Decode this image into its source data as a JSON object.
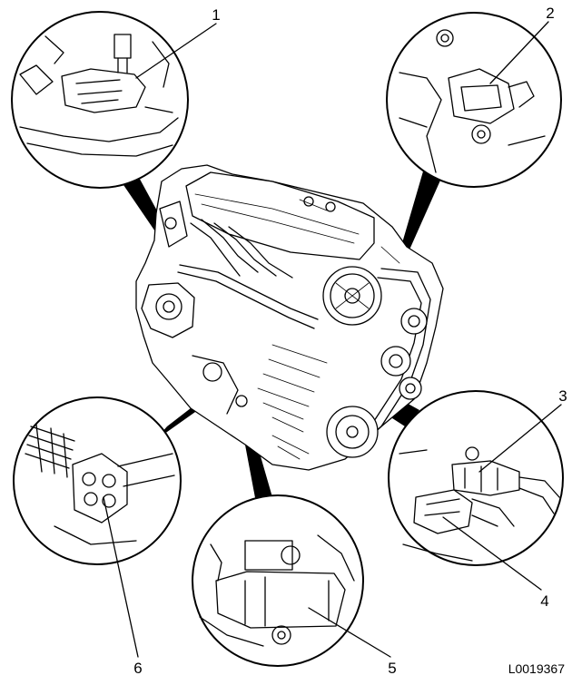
{
  "callouts": [
    {
      "number": "1"
    },
    {
      "number": "2"
    },
    {
      "number": "3"
    },
    {
      "number": "4"
    },
    {
      "number": "5"
    },
    {
      "number": "6"
    }
  ],
  "reference_code": "L0019367"
}
